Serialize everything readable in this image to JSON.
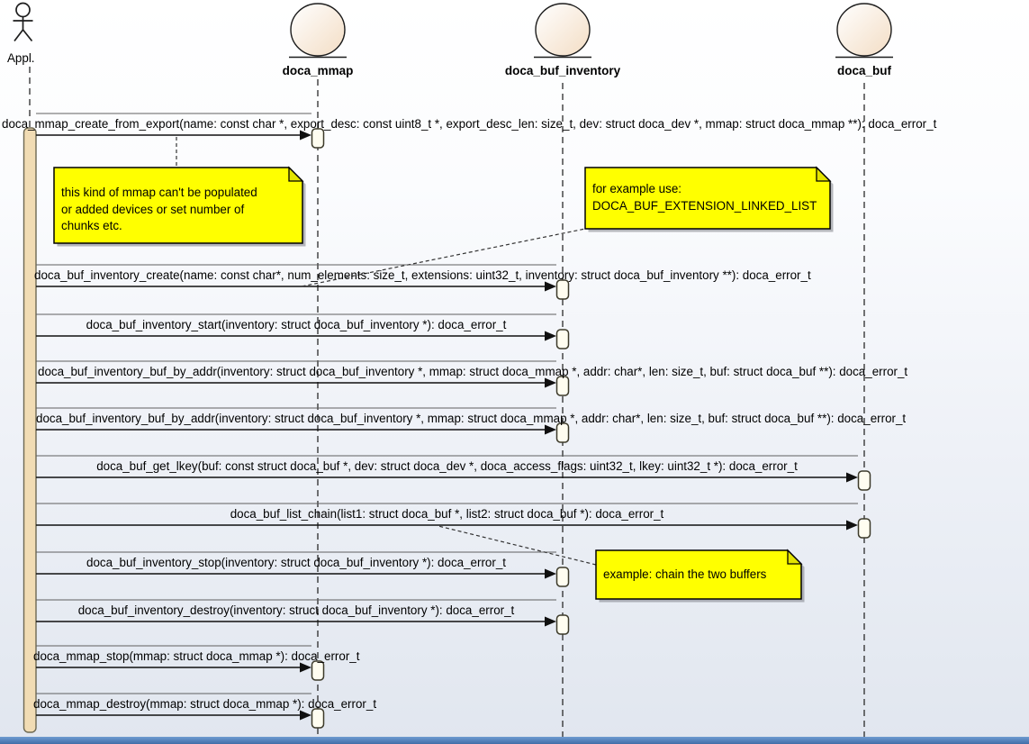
{
  "diagram": {
    "actor": {
      "name": "Appl."
    },
    "lifelines": [
      {
        "name": "doca_mmap"
      },
      {
        "name": "doca_buf_inventory"
      },
      {
        "name": "doca_buf"
      }
    ],
    "messages": [
      {
        "label": "doca_mmap_create_from_export(name: const char *, export_desc: const uint8_t *, export_desc_len: size_t, dev: struct doca_dev *, mmap: struct doca_mmap **): doca_error_t"
      },
      {
        "label": "doca_buf_inventory_create(name: const char*, num_elements: size_t, extensions: uint32_t, inventory: struct doca_buf_inventory **): doca_error_t"
      },
      {
        "label": "doca_buf_inventory_start(inventory: struct doca_buf_inventory *): doca_error_t"
      },
      {
        "label": "doca_buf_inventory_buf_by_addr(inventory: struct doca_buf_inventory *, mmap: struct doca_mmap *, addr: char*, len: size_t, buf: struct doca_buf **): doca_error_t"
      },
      {
        "label": "doca_buf_inventory_buf_by_addr(inventory: struct doca_buf_inventory *, mmap: struct doca_mmap *, addr: char*, len: size_t, buf: struct doca_buf **): doca_error_t"
      },
      {
        "label": "doca_buf_get_lkey(buf: const struct doca_buf *, dev: struct doca_dev *, doca_access_flags: uint32_t, lkey: uint32_t *): doca_error_t"
      },
      {
        "label": "doca_buf_list_chain(list1: struct doca_buf *, list2: struct doca_buf *): doca_error_t"
      },
      {
        "label": "doca_buf_inventory_stop(inventory: struct doca_buf_inventory *): doca_error_t"
      },
      {
        "label": "doca_buf_inventory_destroy(inventory: struct doca_buf_inventory *): doca_error_t"
      },
      {
        "label": "doca_mmap_stop(mmap: struct doca_mmap *): doca_error_t"
      },
      {
        "label": "doca_mmap_destroy(mmap: struct doca_mmap *): doca_error_t"
      }
    ],
    "notes": [
      {
        "lines": [
          "this kind of mmap can't be populated",
          "or added devices or set number of",
          "chunks etc."
        ]
      },
      {
        "lines": [
          "for example use:",
          "DOCA_BUF_EXTENSION_LINKED_LIST"
        ]
      },
      {
        "lines": [
          "example: chain the two buffers"
        ]
      }
    ],
    "colors": {
      "note_fill": "#ffff00",
      "activation_fill": "#f1dcb4",
      "entity_fill_dark": "#f3ddc4",
      "bottom_bar": "#4a76b2"
    }
  }
}
